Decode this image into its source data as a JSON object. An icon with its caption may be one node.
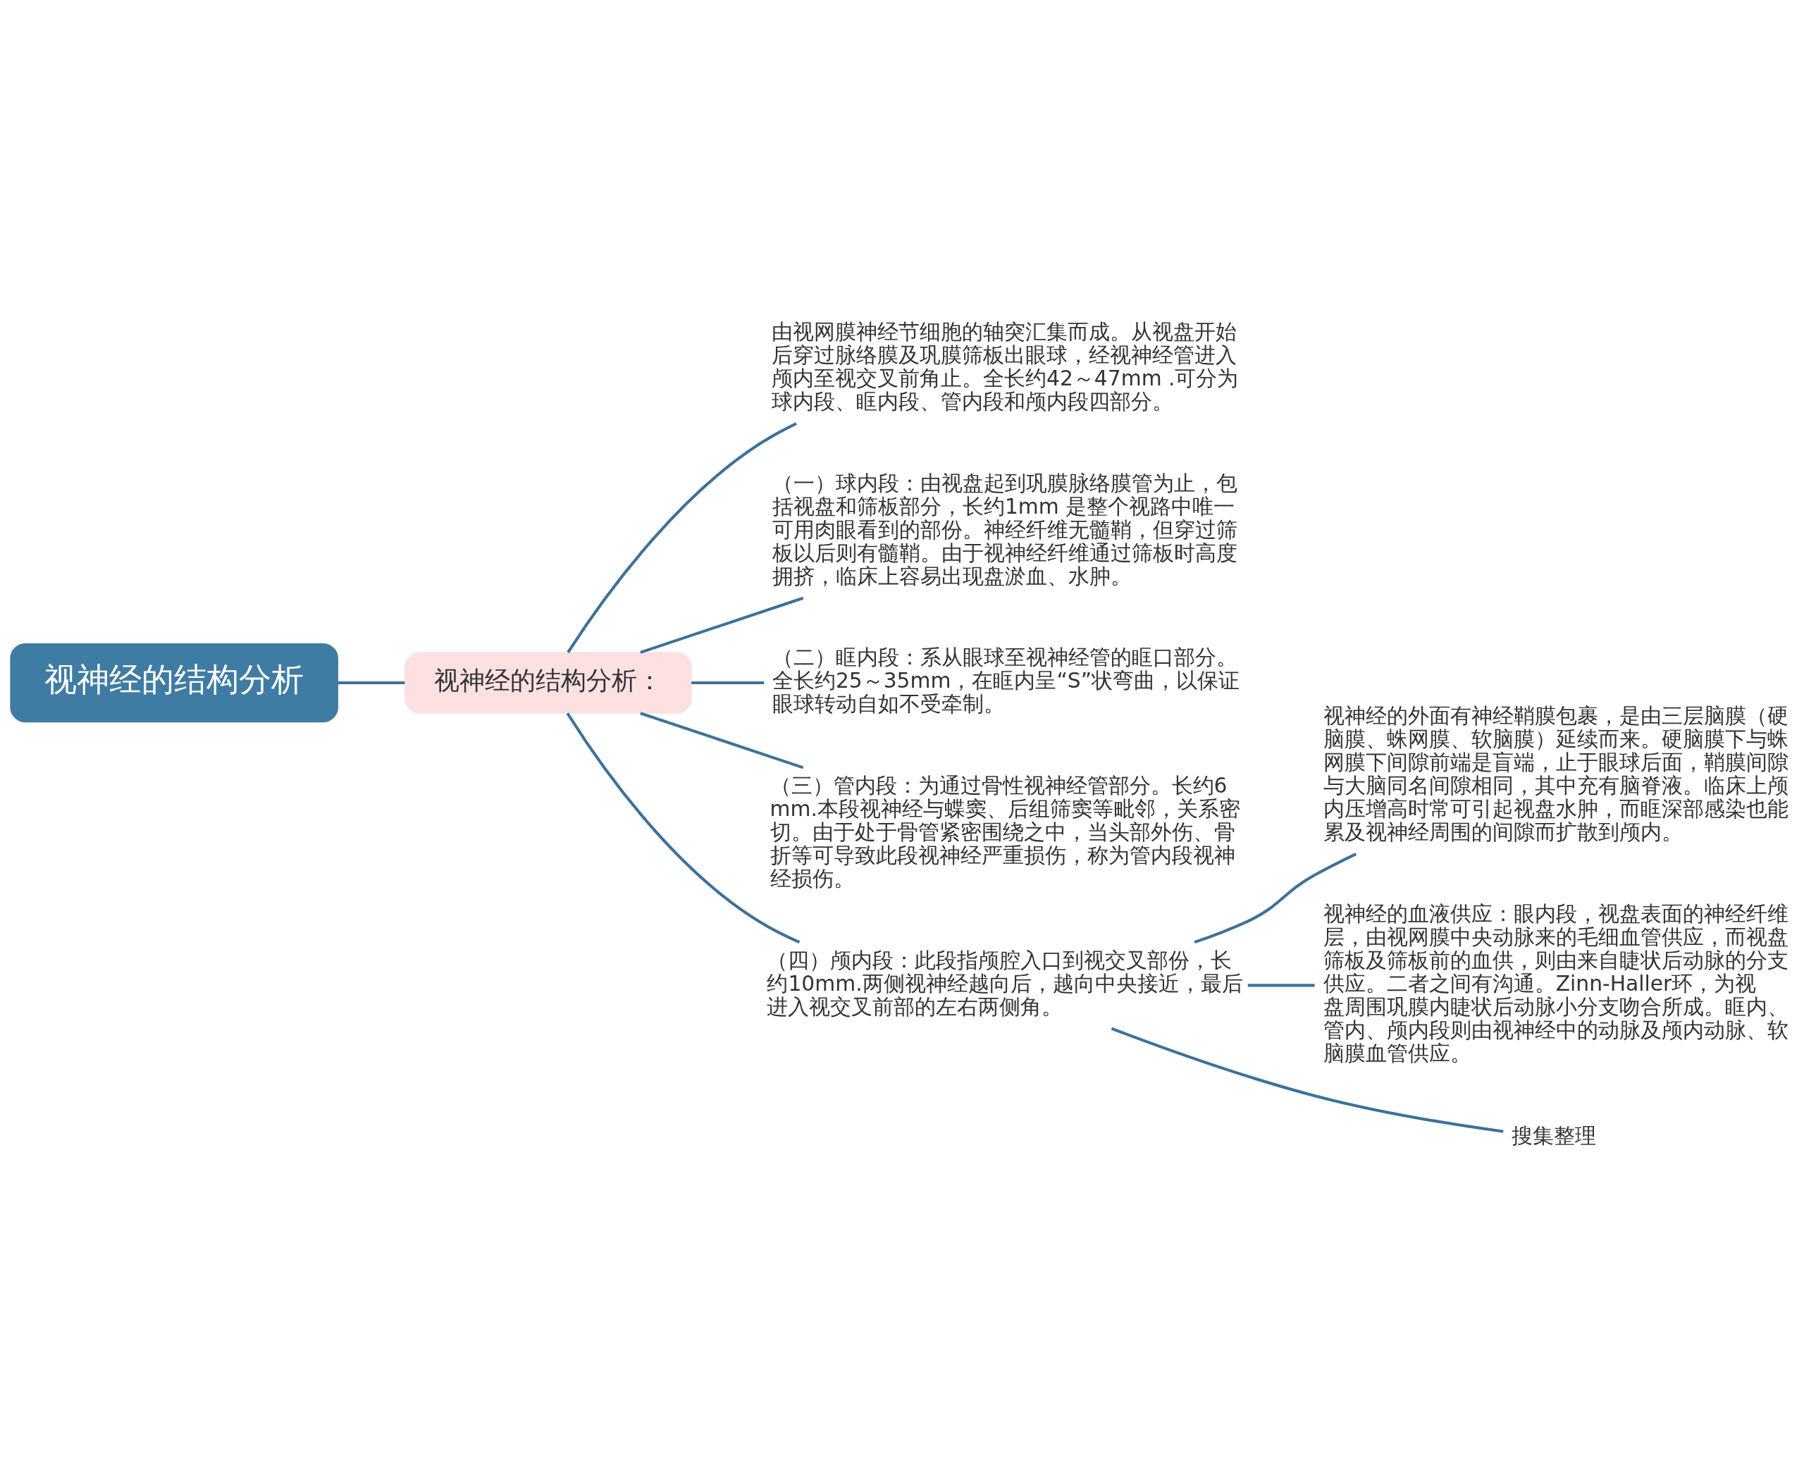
{
  "diagram": {
    "nodes": [
      {
        "text": [
          "视神经的结构分析"
        ]
      },
      {
        "text": [
          "视神经的结构分析："
        ]
      },
      {
        "text": [
          "由视网膜神经节细胞的轴突汇集而成。从视盘开始后穿过脉络膜及巩膜筛板出眼球，经视神经管进入颅内至视交叉前角止。全长约42～47mm .可分为球内段、眶内段、管内段和颅内段四部分。"
        ]
      },
      {
        "text": [
          "（一）球内段：由视盘起到巩膜脉络膜管为止，包括视盘和筛板部分，长约1mm 是整个视路中唯一可用肉眼看到的部份。神经纤维无髓鞘，但穿过筛板以后则有髓鞘。由于视神经纤维通过筛板时高度拥挤，临床上容易出现盘淤血、水肿。"
        ]
      },
      {
        "text": [
          "（二）眶内段：系从眼球至视神经管的眶口部分。全长约25～35mm，在眶内呈“S”状弯曲，以保证眼球转动自如不受牵制。"
        ]
      },
      {
        "text": [
          "（三）管内段：为通过骨性视神经管部分。长约6mm.本段视神经与蝶窦、后组筛窦等毗邻，关系密切。由于处于骨管紧密围绕之中，当头部外伤、骨折等可导致此段视神经严重损伤，称为管内段视神经损伤。"
        ]
      },
      {
        "text": [
          "（四）颅内段：此段指颅腔入口到视交叉部份，长约10mm.两侧视神经越向后，越向中央接近，最后进入视交叉前部的左右两侧角。"
        ]
      },
      {
        "text": [
          "视神经的外面有神经鞘膜包裹，是由三层脑膜（硬脑膜、蛛网膜、软脑膜）延续而来。硬脑膜下与蛛网膜下间隙前端是盲端，止于眼球后面，鞘膜间隙与大脑同名间隙相同，其中充有脑脊液。临床上颅内压增高时常可引起视盘水肿，而眶深部感染也能累及视神经周围的间隙而扩散到颅内。"
        ]
      },
      {
        "text": [
          "视神经的血液供应：眼内段，视盘表面的神经纤维层，由视网膜中央动脉来的毛细血管供应，而视盘筛板及筛板前的血供，则由来自睫状后动脉的分支供应。二者之间有沟通。Zinn-Haller环，为视盘周围巩膜内睫状后动脉小分支吻合所成。眶内、管内、颅内段则由视神经中的动脉及颅内动脉、软脑膜血管供应。"
        ]
      },
      {
        "text": [
          "搜集整理"
        ]
      }
    ],
    "edges": [
      {
        "from": 0,
        "to": 1,
        "arrow": "none"
      },
      {
        "from": 1,
        "to": 2,
        "arrow": "none"
      },
      {
        "from": 1,
        "to": 3,
        "arrow": "none"
      },
      {
        "from": 1,
        "to": 4,
        "arrow": "none"
      },
      {
        "from": 1,
        "to": 5,
        "arrow": "none"
      },
      {
        "from": 1,
        "to": 6,
        "arrow": "none"
      },
      {
        "from": 6,
        "to": 7,
        "arrow": "none"
      },
      {
        "from": 6,
        "to": 8,
        "arrow": "none"
      },
      {
        "from": 6,
        "to": 9,
        "arrow": "none"
      }
    ]
  }
}
